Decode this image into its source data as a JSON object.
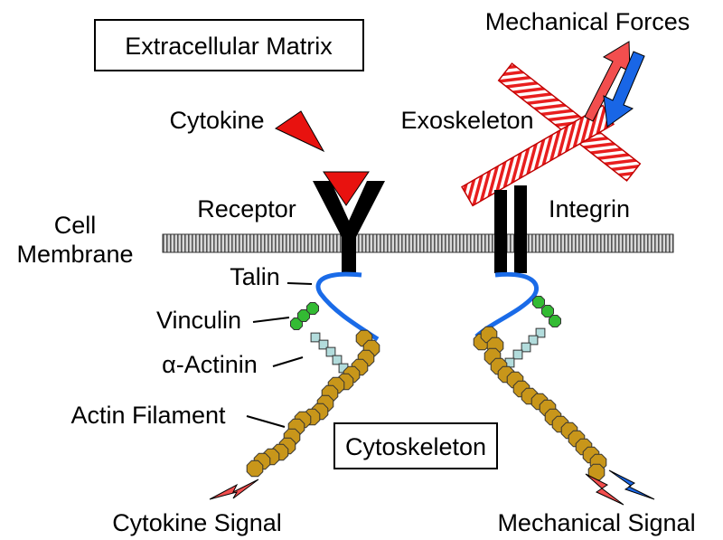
{
  "labels": {
    "extracellular_matrix": "Extracellular Matrix",
    "mechanical_forces": "Mechanical Forces",
    "cytokine": "Cytokine",
    "exoskeleton": "Exoskeleton",
    "receptor": "Receptor",
    "integrin": "Integrin",
    "cell_membrane_line1": "Cell",
    "cell_membrane_line2": "Membrane",
    "talin": "Talin",
    "vinculin": "Vinculin",
    "alpha_actinin": "α-Actinin",
    "actin_filament": "Actin Filament",
    "cytoskeleton": "Cytoskeleton",
    "cytokine_signal": "Cytokine Signal",
    "mechanical_signal": "Mechanical Signal"
  },
  "colors": {
    "cytokine_red": "#e8120f",
    "force_red": "#f24e4e",
    "force_blue": "#1966e6",
    "talin_blue": "#1a6be8",
    "vinculin_green": "#33bb33",
    "actinin_blue": "#b2dcdc",
    "actin_gold": "#c8961a",
    "membrane_gray": "#c0c0c0",
    "black": "#000000"
  }
}
